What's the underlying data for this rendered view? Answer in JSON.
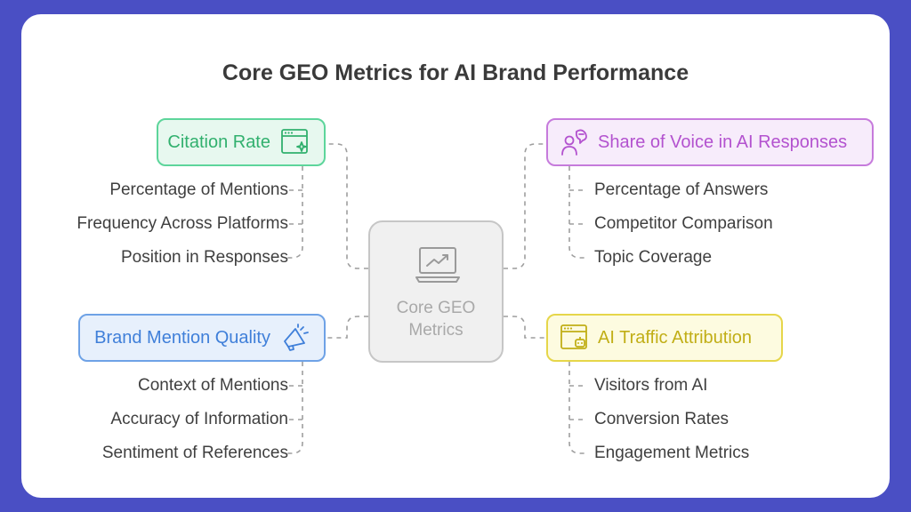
{
  "title": "Core GEO Metrics for AI Brand Performance",
  "center": {
    "label_line1": "Core GEO",
    "label_line2": "Metrics",
    "icon": "monitor-trend-icon"
  },
  "branches": {
    "citation_rate": {
      "label": "Citation Rate",
      "icon": "browser-sparkle-icon",
      "color": "#31b06e",
      "items": [
        "Percentage of Mentions",
        "Frequency Across Platforms",
        "Position in Responses"
      ]
    },
    "brand_mention_quality": {
      "label": "Brand Mention Quality",
      "icon": "megaphone-icon",
      "color": "#3f7fd9",
      "items": [
        "Context of Mentions",
        "Accuracy of Information",
        "Sentiment of References"
      ]
    },
    "share_of_voice": {
      "label": "Share of Voice in AI Responses",
      "icon": "speaking-person-icon",
      "color": "#b352cf",
      "items": [
        "Percentage of Answers",
        "Competitor Comparison",
        "Topic Coverage"
      ]
    },
    "ai_traffic": {
      "label": "AI Traffic Attribution",
      "icon": "browser-robot-icon",
      "color": "#c1ae16",
      "items": [
        "Visitors from AI",
        "Conversion Rates",
        "Engagement Metrics"
      ]
    }
  }
}
